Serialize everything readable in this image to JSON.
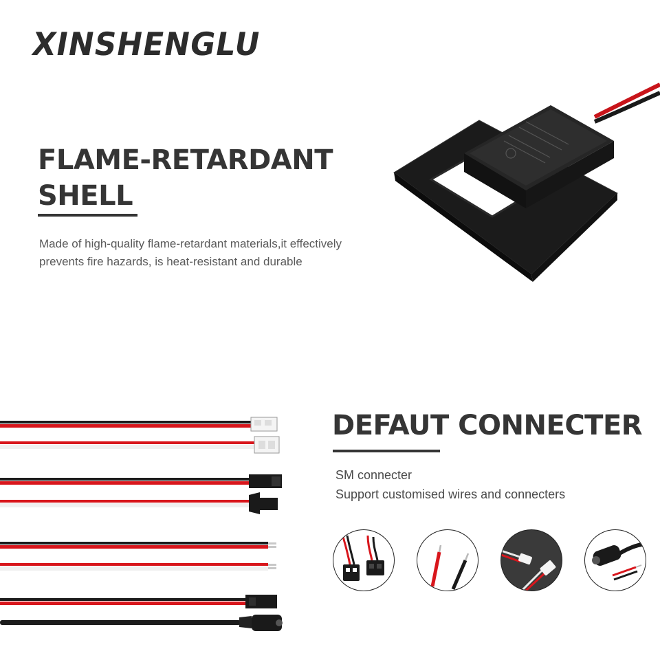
{
  "brand": {
    "name": "XINSHENGLU"
  },
  "section1": {
    "title_line1": "FLAME-RETARDANT",
    "title_line2": "SHELL",
    "desc_line1": "Made of high-quality flame-retardant materials,it effectively",
    "desc_line2": "prevents fire hazards, is heat-resistant and durable"
  },
  "section2": {
    "title": "DEFAUT CONNECTER",
    "line1": "SM connecter",
    "line2": "Support customised wires and connecters"
  },
  "colors": {
    "text_dark": "#353535",
    "wire_red": "#d8161c",
    "wire_black": "#1c1c1c"
  },
  "thumbnails": [
    {
      "icon": "sm-connector-pair-icon"
    },
    {
      "icon": "stripped-wire-ends-icon"
    },
    {
      "icon": "white-jst-connector-icon"
    },
    {
      "icon": "dc-barrel-jack-icon"
    }
  ]
}
